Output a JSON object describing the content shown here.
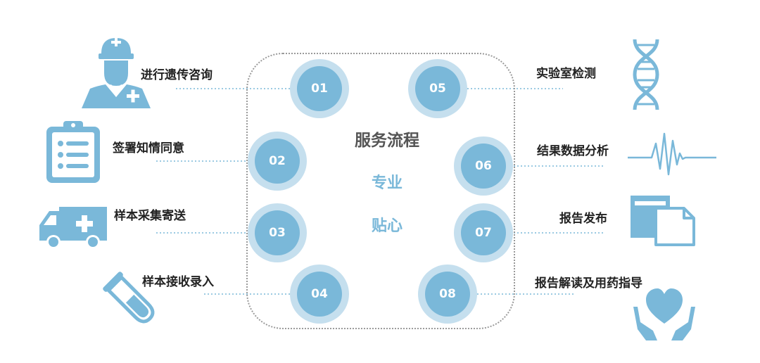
{
  "center": {
    "title": "服务流程",
    "line1": "专业",
    "line2": "贴心"
  },
  "steps": [
    {
      "number": "01",
      "label": "进行遗传咨询",
      "icon": "doctor-icon"
    },
    {
      "number": "02",
      "label": "签署知情同意",
      "icon": "clipboard-icon"
    },
    {
      "number": "03",
      "label": "样本采集寄送",
      "icon": "ambulance-icon"
    },
    {
      "number": "04",
      "label": "样本接收录入",
      "icon": "test-tube-icon"
    },
    {
      "number": "05",
      "label": "实验室检测",
      "icon": "dna-icon"
    },
    {
      "number": "06",
      "label": "结果数据分析",
      "icon": "heartbeat-icon"
    },
    {
      "number": "07",
      "label": "报告发布",
      "icon": "documents-icon"
    },
    {
      "number": "08",
      "label": "报告解读及用药指导",
      "icon": "hands-heart-icon"
    }
  ],
  "colors": {
    "accent": "#7ab8d9",
    "accent_light": "#c5dfee",
    "icon": "#7ab8d9",
    "text": "#222222",
    "title": "#555555"
  }
}
